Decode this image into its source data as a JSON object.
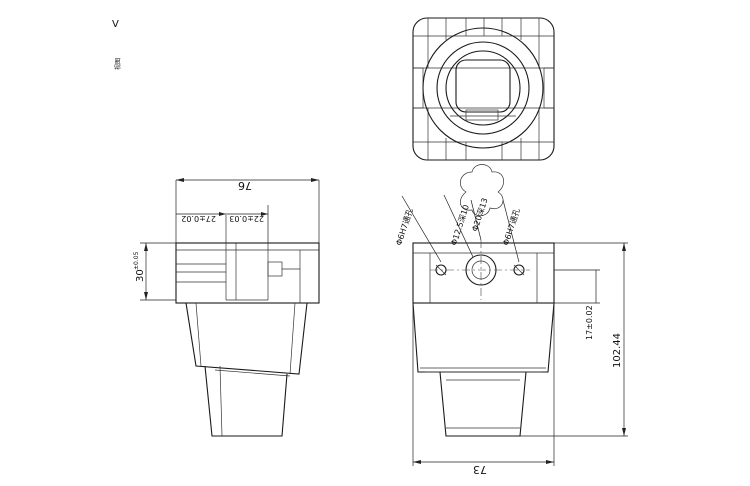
{
  "title_block": {
    "label": "视图",
    "mark": "V"
  },
  "side_view": {
    "overall_width": "76",
    "bore_depth_1": "27±0.02",
    "bore_depth_2": "22±0.03",
    "flange_height": "30",
    "flange_height_tol": "±0.05"
  },
  "front_view": {
    "bottom_width": "73",
    "overall_height": "102.44",
    "hole_height": "17±0.02",
    "callouts": [
      "Φ6H7通孔",
      "Φ12.5深10",
      "Φ20深13",
      "Φ6H7通孔"
    ]
  }
}
